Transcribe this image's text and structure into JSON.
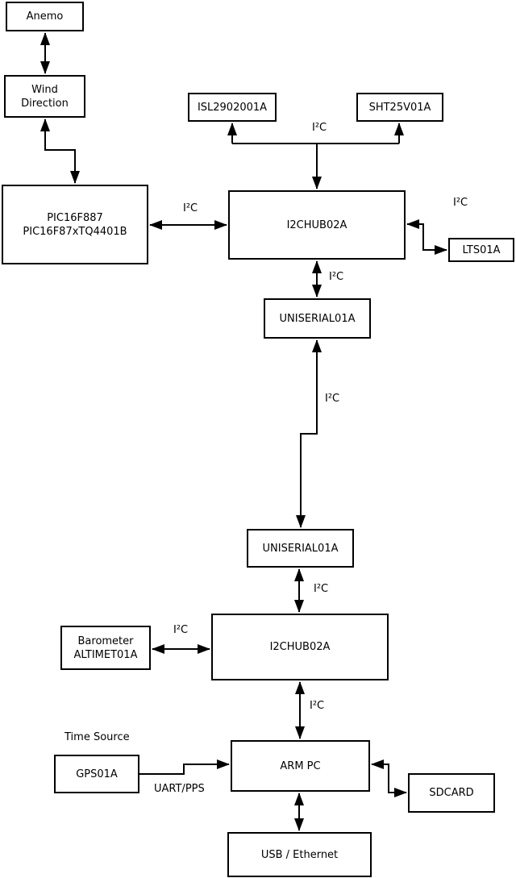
{
  "diagram": {
    "background_color": "#ffffff",
    "line_color": "#000000"
  },
  "nodes": {
    "anemo": {
      "label": "Anemo"
    },
    "wind_direction": {
      "line1": "Wind",
      "line2": "Direction"
    },
    "pic": {
      "line1": "PIC16F887",
      "line2": "PIC16F87xTQ4401B"
    },
    "isl": {
      "label": "ISL2902001A"
    },
    "sht": {
      "label": "SHT25V01A"
    },
    "hub1": {
      "label": "I2CHUB02A"
    },
    "lts": {
      "label": "LTS01A"
    },
    "uniserial1": {
      "label": "UNISERIAL01A"
    },
    "uniserial2": {
      "label": "UNISERIAL01A"
    },
    "hub2": {
      "label": "I2CHUB02A"
    },
    "barometer": {
      "line1": "Barometer",
      "line2": "ALTIMET01A"
    },
    "gps": {
      "label": "GPS01A"
    },
    "armpc": {
      "label": "ARM PC"
    },
    "sdcard": {
      "label": "SDCARD"
    },
    "usb_ethernet": {
      "label": "USB / Ethernet"
    }
  },
  "labels": {
    "i2c": "I²C",
    "uart_pps": "UART/PPS",
    "time_source": "Time Source"
  },
  "edges": [
    {
      "from": "anemo",
      "to": "wind_direction",
      "bidirectional": true
    },
    {
      "from": "wind_direction",
      "to": "pic",
      "bidirectional": true
    },
    {
      "from": "pic",
      "to": "hub1",
      "label": "I²C",
      "bidirectional": true
    },
    {
      "from": "hub1",
      "to": "isl",
      "label": "I²C",
      "bidirectional": false
    },
    {
      "from": "hub1",
      "to": "sht",
      "label": "I²C",
      "bidirectional": false
    },
    {
      "from": "hub1",
      "to": "lts",
      "label": "I²C",
      "bidirectional": true
    },
    {
      "from": "hub1",
      "to": "uniserial1",
      "label": "I²C",
      "bidirectional": true
    },
    {
      "from": "uniserial1",
      "to": "uniserial2",
      "label": "I²C",
      "bidirectional": true
    },
    {
      "from": "uniserial2",
      "to": "hub2",
      "label": "I²C",
      "bidirectional": true
    },
    {
      "from": "barometer",
      "to": "hub2",
      "label": "I²C",
      "bidirectional": true
    },
    {
      "from": "hub2",
      "to": "armpc",
      "label": "I²C",
      "bidirectional": true
    },
    {
      "from": "gps",
      "to": "armpc",
      "label": "UART/PPS",
      "bidirectional": false
    },
    {
      "from": "armpc",
      "to": "sdcard",
      "bidirectional": true
    },
    {
      "from": "armpc",
      "to": "usb_ethernet",
      "bidirectional": true
    }
  ]
}
